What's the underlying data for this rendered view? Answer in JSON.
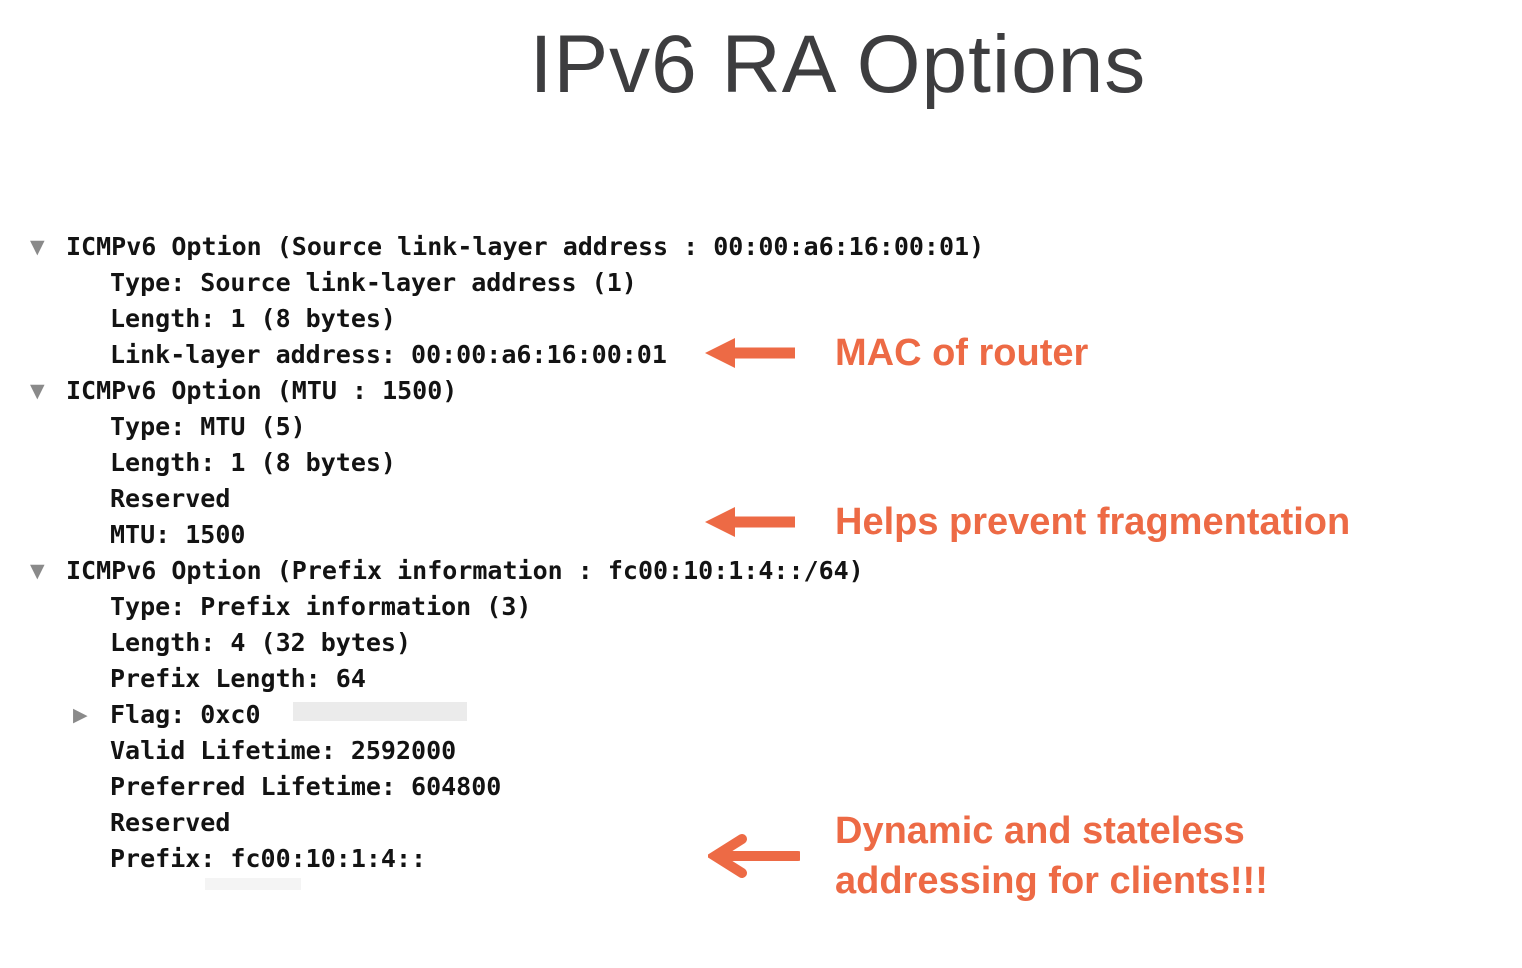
{
  "title": "IPv6 RA Options",
  "colors": {
    "annotation_accent": "#ED6A45",
    "title_text": "#3D3D3F",
    "tree_text": "#131313",
    "marker_gray": "#8A8A8A"
  },
  "icons": {
    "down": "▼",
    "right": "▶"
  },
  "packet_tree": {
    "lines": [
      {
        "marker": "down",
        "level": 0,
        "text": "ICMPv6 Option (Source link-layer address : 00:00:a6:16:00:01)"
      },
      {
        "marker": null,
        "level": 1,
        "text": "Type: Source link-layer address (1)"
      },
      {
        "marker": null,
        "level": 1,
        "text": "Length: 1 (8 bytes)"
      },
      {
        "marker": null,
        "level": 1,
        "text": "Link-layer address: 00:00:a6:16:00:01"
      },
      {
        "marker": "down",
        "level": 0,
        "text": "ICMPv6 Option (MTU : 1500)"
      },
      {
        "marker": null,
        "level": 1,
        "text": "Type: MTU (5)"
      },
      {
        "marker": null,
        "level": 1,
        "text": "Length: 1 (8 bytes)"
      },
      {
        "marker": null,
        "level": 1,
        "text": "Reserved"
      },
      {
        "marker": null,
        "level": 1,
        "text": "MTU: 1500"
      },
      {
        "marker": "down",
        "level": 0,
        "text": "ICMPv6 Option (Prefix information : fc00:10:1:4::/64)"
      },
      {
        "marker": null,
        "level": 1,
        "text": "Type: Prefix information (3)"
      },
      {
        "marker": null,
        "level": 1,
        "text": "Length: 4 (32 bytes)"
      },
      {
        "marker": null,
        "level": 1,
        "text": "Prefix Length: 64"
      },
      {
        "marker": "right",
        "level": 1,
        "text": "Flag: 0xc0"
      },
      {
        "marker": null,
        "level": 1,
        "text": "Valid Lifetime: 2592000"
      },
      {
        "marker": null,
        "level": 1,
        "text": "Preferred Lifetime: 604800"
      },
      {
        "marker": null,
        "level": 1,
        "text": "Reserved"
      },
      {
        "marker": null,
        "level": 1,
        "text": "Prefix: fc00:10:1:4::"
      }
    ]
  },
  "annotations": [
    {
      "name": "mac-of-router",
      "lines": [
        "MAC of router"
      ]
    },
    {
      "name": "prevent-fragmentation",
      "lines": [
        "Helps prevent fragmentation"
      ]
    },
    {
      "name": "stateless-addressing",
      "lines": [
        "Dynamic and stateless",
        "addressing for clients!!!"
      ]
    }
  ]
}
